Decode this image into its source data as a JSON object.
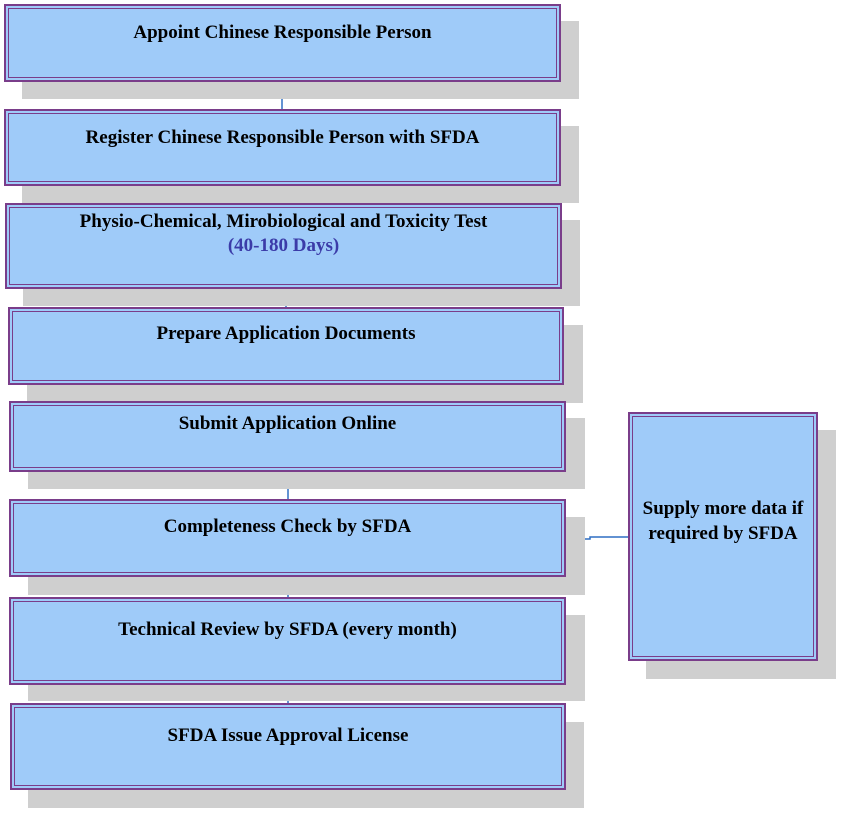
{
  "steps": [
    {
      "label": "Appoint Chinese Responsible Person"
    },
    {
      "label": "Register Chinese Responsible Person with SFDA"
    },
    {
      "label": "Physio-Chemical, Mirobiological and Toxicity Test",
      "sub": "(40-180 Days)"
    },
    {
      "label": "Prepare Application Documents"
    },
    {
      "label": "Submit Application Online"
    },
    {
      "label": "Completeness Check by SFDA"
    },
    {
      "label": "Technical  Review by SFDA (every month)"
    },
    {
      "label": "SFDA Issue Approval License"
    }
  ],
  "side": {
    "label": "Supply more data if\nrequired by SFDA"
  },
  "colors": {
    "box_fill": "#9fcbf9",
    "box_border": "#7a3d8a",
    "shadow": "#cfcfcf",
    "connector": "#2f6fc4",
    "sub_text": "#3b3ba8"
  }
}
